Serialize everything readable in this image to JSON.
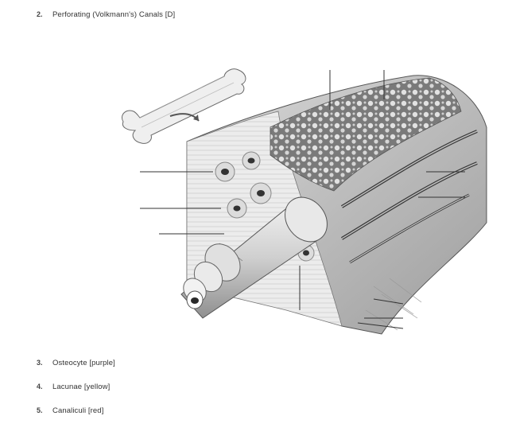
{
  "list": {
    "items": [
      {
        "number": "2.",
        "text": "Perforating (Volkmann's) Canals [D]"
      },
      {
        "number": "3.",
        "text": "Osteocyte [purple]"
      },
      {
        "number": "4.",
        "text": "Lacunae [yellow]"
      },
      {
        "number": "5.",
        "text": "Canaliculi [red]"
      }
    ]
  },
  "figure": {
    "subject": "compact-bone-cross-section",
    "colors": {
      "ink": "#3a3a3a",
      "shade": "#bdbdbd",
      "light": "#e6e6e6",
      "spongy": "#8a8a8a"
    }
  }
}
